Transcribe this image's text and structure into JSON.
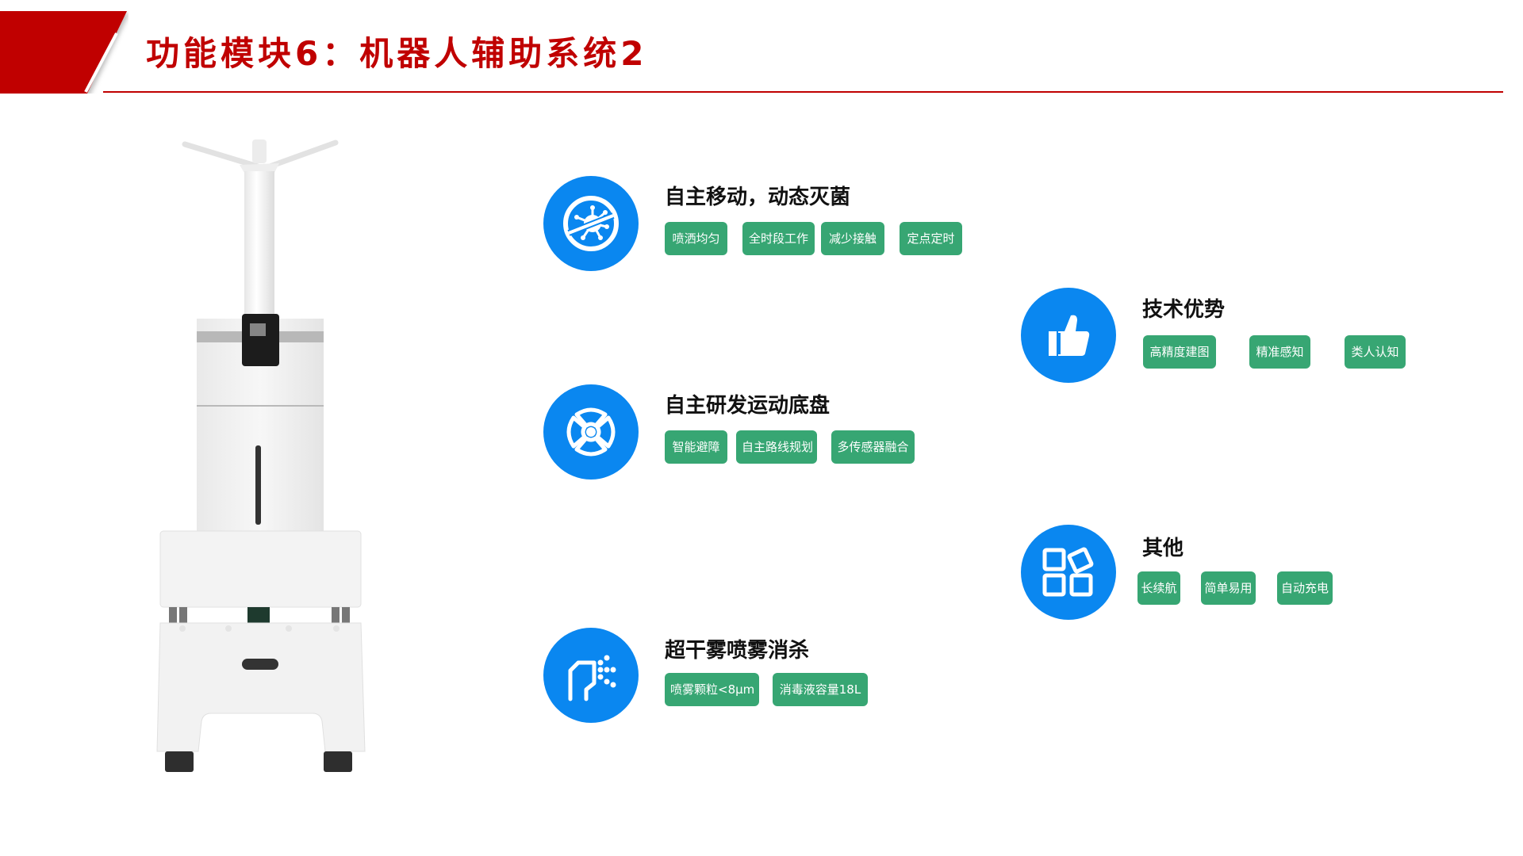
{
  "header": {
    "title": "功能模块6：机器人辅助系统2"
  },
  "colors": {
    "accent_red": "#C00000",
    "icon_blue": "#0A87F0",
    "tag_green": "#37A673"
  },
  "robot_image": {
    "alt": "disinfection-robot"
  },
  "features": [
    {
      "icon": "no-virus-icon",
      "title": "自主移动，动态灭菌",
      "tags": [
        "喷洒均匀",
        "全时段工作",
        "减少接触",
        "定点定时"
      ]
    },
    {
      "icon": "thumbs-up-icon",
      "title": "技术优势",
      "tags": [
        "高精度建图",
        "精准感知",
        "类人认知"
      ]
    },
    {
      "icon": "chassis-wheel-icon",
      "title": "自主研发运动底盘",
      "tags": [
        "智能避障",
        "自主路线规划",
        "多传感器融合"
      ]
    },
    {
      "icon": "apps-grid-icon",
      "title": "其他",
      "tags": [
        "长续航",
        "简单易用",
        "自动充电"
      ]
    },
    {
      "icon": "spray-nozzle-icon",
      "title": "超干雾喷雾消杀",
      "tags": [
        "喷雾颗粒<8μm",
        "消毒液容量18L"
      ]
    }
  ]
}
